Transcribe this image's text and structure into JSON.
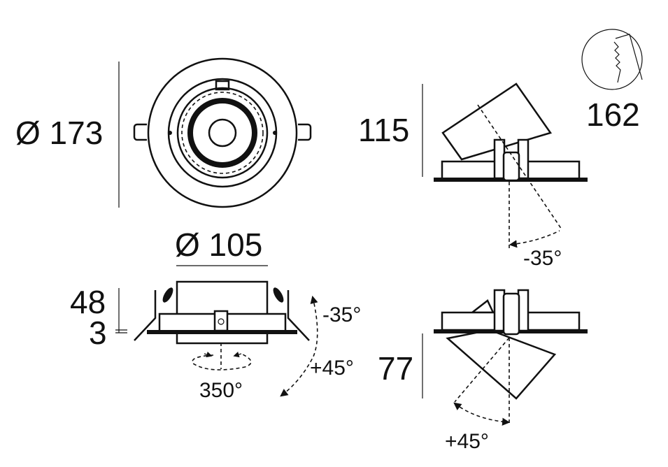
{
  "dimensions": {
    "diameter_outer": "Ø 173",
    "diameter_cutout": "Ø 105",
    "height_tilt_up": "115",
    "height_body": "48",
    "height_flange": "3",
    "height_tilt_down": "77",
    "cutout_icon_value": "162"
  },
  "angles": {
    "tilt_minus": "-35°",
    "tilt_plus": "+45°",
    "rotation": "350°"
  }
}
